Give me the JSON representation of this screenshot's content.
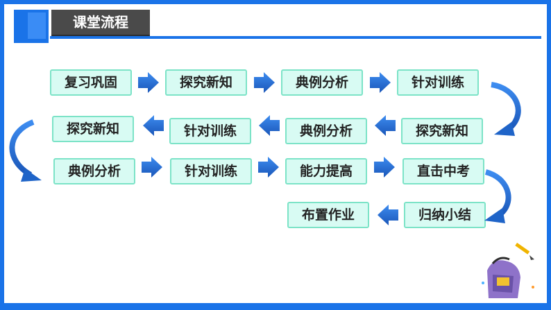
{
  "header": {
    "title": "课堂流程"
  },
  "flow": {
    "row1": [
      "复习巩固",
      "探究新知",
      "典例分析",
      "针对训练"
    ],
    "row2": [
      "探究新知",
      "针对训练",
      "典例分析",
      "探究新知"
    ],
    "row3": [
      "典例分析",
      "针对训练",
      "能力提高",
      "直击中考"
    ],
    "row4": [
      "布置作业",
      "归纳小结"
    ]
  },
  "colors": {
    "frame": "#1a73e8",
    "box_fill": "#d8fbf3",
    "box_border": "#7ce3c7",
    "arrow": "#1f64c8"
  },
  "decoration": {
    "icons": [
      "backpack-icon",
      "pencil-icon"
    ]
  }
}
